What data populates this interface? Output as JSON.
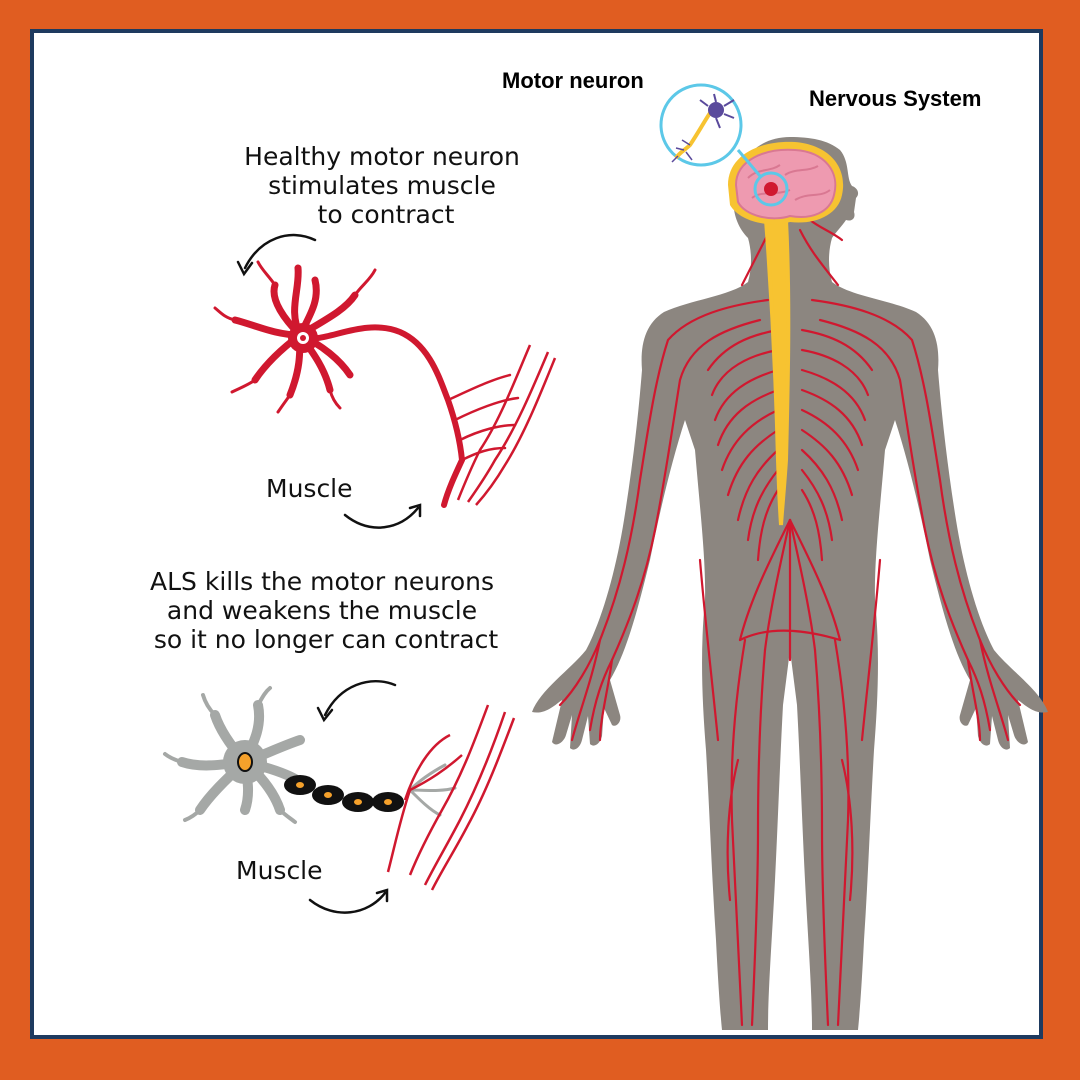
{
  "labels": {
    "motor_neuron": "Motor neuron",
    "nervous_system": "Nervous System",
    "healthy_caption": [
      "Healthy motor neuron",
      "stimulates muscle",
      "to contract"
    ],
    "muscle_top": "Muscle",
    "als_caption": [
      "ALS kills the motor neurons",
      "and weakens the muscle",
      "so it no longer can contract"
    ],
    "muscle_bottom": "Muscle"
  },
  "colors": {
    "background_border": "#e05d21",
    "frame_border": "#1e3a5f",
    "nerve_red": "#d0182f",
    "spinal_cord": "#f7c331",
    "body_gray": "#8c8680",
    "brain_pink": "#ee9ab0",
    "damaged_neuron_gray": "#a5a8a6",
    "magnifier_blue": "#5cc8e8",
    "neuron_purple": "#5a4a9c"
  },
  "icons": [
    "healthy-neuron-icon",
    "damaged-neuron-icon",
    "muscle-fiber-icon",
    "curved-arrow-icon",
    "magnifier-circle-icon",
    "human-body-icon",
    "brain-icon"
  ]
}
